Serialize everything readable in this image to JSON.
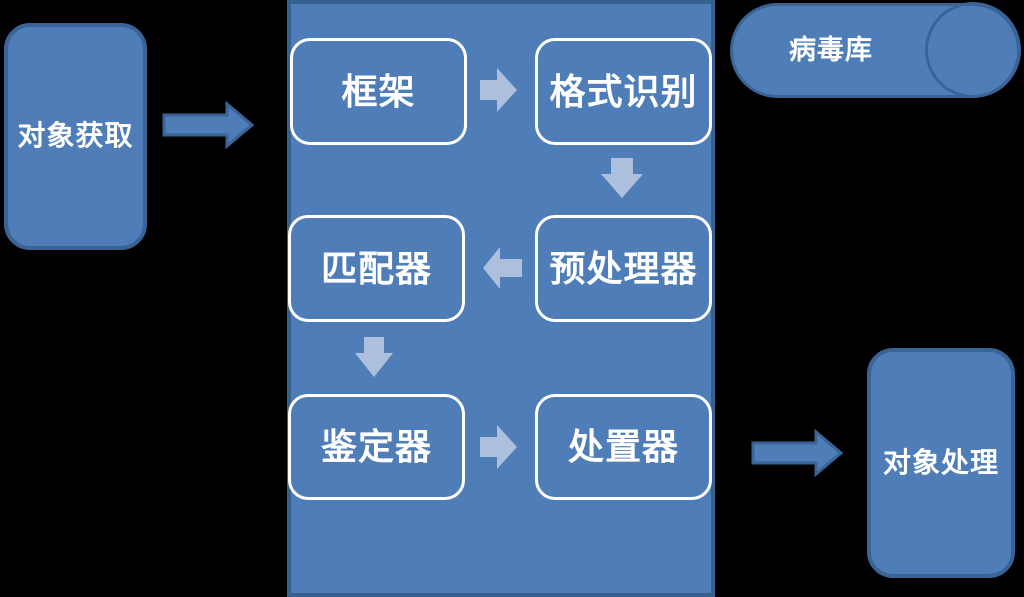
{
  "colors": {
    "bg": "#000000",
    "shape-fill": "#4E7DB8",
    "shape-border": "#3A6496",
    "container-border": "#36618E",
    "light-arrow": "#ACBFDC",
    "text": "#FFFFFF"
  },
  "nodes": {
    "object_acquisition": "对象获取",
    "framework": "框架",
    "format_recognition": "格式识别",
    "preprocessor": "预处理器",
    "matcher": "匹配器",
    "identifier": "鉴定器",
    "disposer": "处置器",
    "virus_database": "病毒库",
    "object_processing": "对象处理"
  }
}
